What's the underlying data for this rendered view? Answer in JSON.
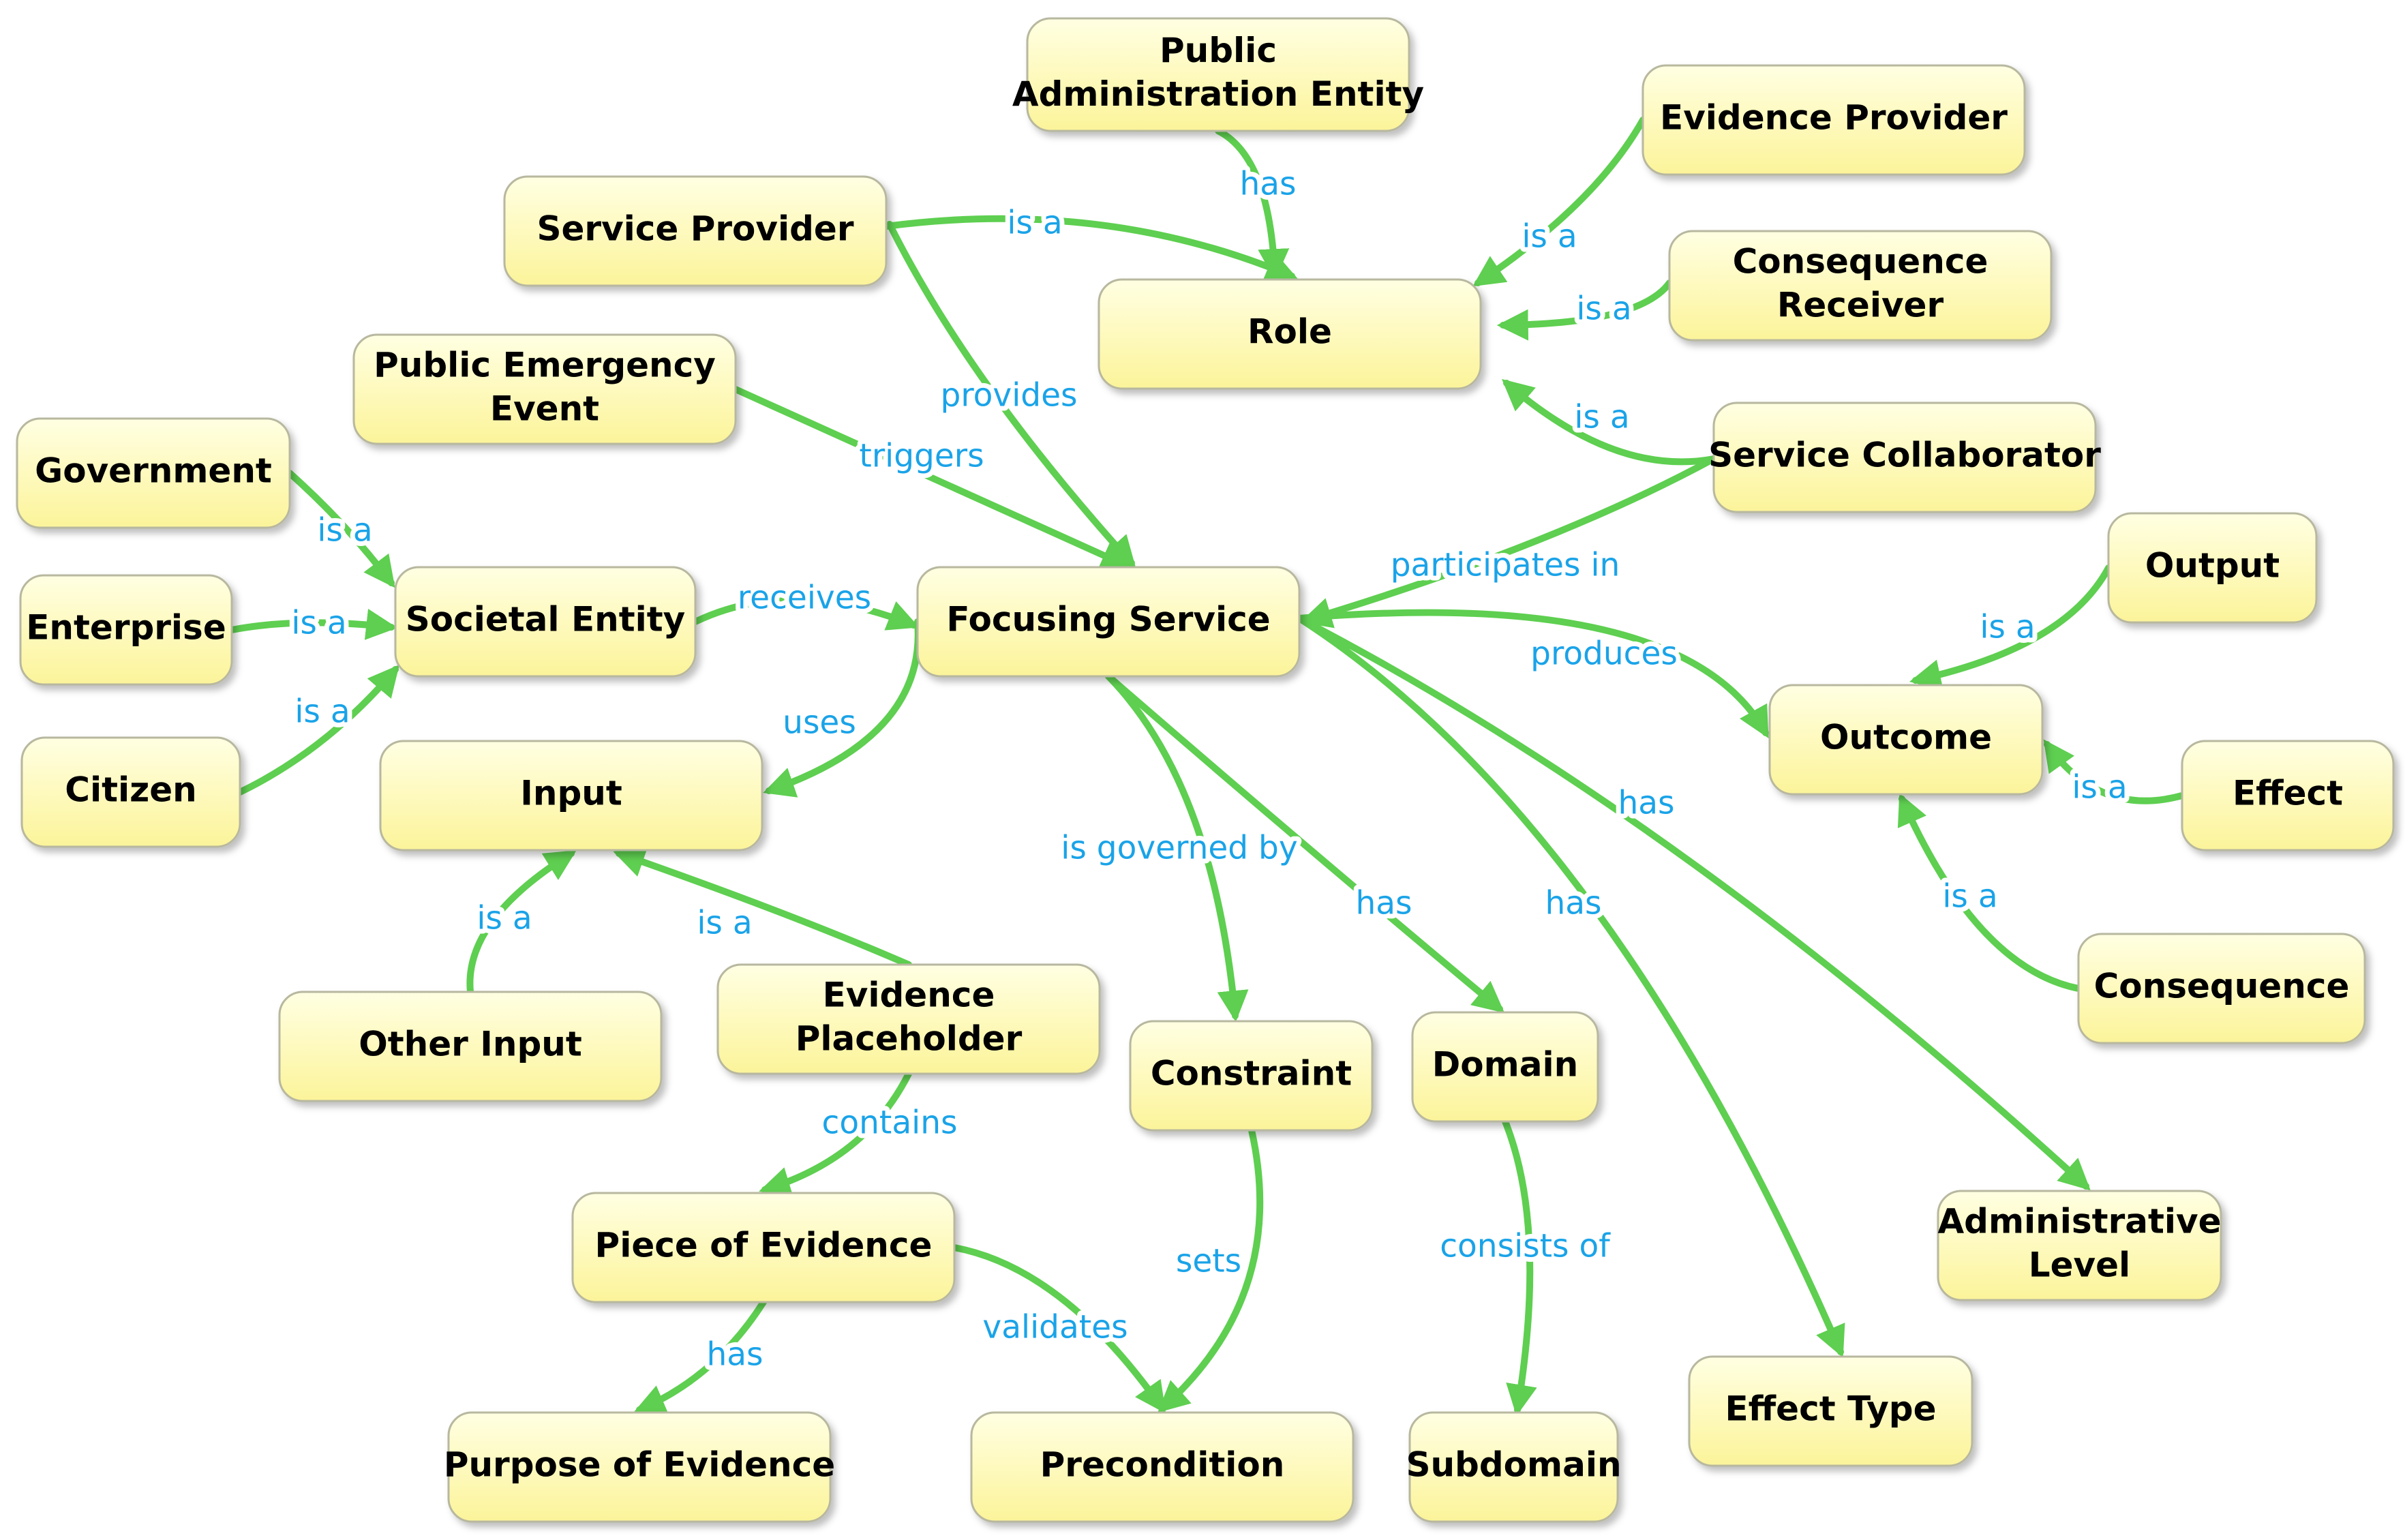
{
  "colors": {
    "node_fill_top": "#ffffe2",
    "node_fill_bottom": "#fcf49a",
    "node_border": "#b8b8a0",
    "edge": "#5ecf50",
    "edge_label": "#1aa3e8",
    "node_text": "#000000"
  },
  "nodes": [
    {
      "id": "pae",
      "lines": [
        "Public",
        "Administration Entity"
      ]
    },
    {
      "id": "evp",
      "lines": [
        "Evidence Provider"
      ]
    },
    {
      "id": "sp",
      "lines": [
        "Service Provider"
      ]
    },
    {
      "id": "role",
      "lines": [
        "Role"
      ]
    },
    {
      "id": "cr",
      "lines": [
        "Consequence",
        "Receiver"
      ]
    },
    {
      "id": "pee",
      "lines": [
        "Public Emergency",
        "Event"
      ]
    },
    {
      "id": "gov",
      "lines": [
        "Government"
      ]
    },
    {
      "id": "sc",
      "lines": [
        "Service Collaborator"
      ]
    },
    {
      "id": "out",
      "lines": [
        "Output"
      ]
    },
    {
      "id": "ent",
      "lines": [
        "Enterprise"
      ]
    },
    {
      "id": "se",
      "lines": [
        "Societal Entity"
      ]
    },
    {
      "id": "fs",
      "lines": [
        "Focusing Service"
      ]
    },
    {
      "id": "outc",
      "lines": [
        "Outcome"
      ]
    },
    {
      "id": "eff",
      "lines": [
        "Effect"
      ]
    },
    {
      "id": "cit",
      "lines": [
        "Citizen"
      ]
    },
    {
      "id": "inp",
      "lines": [
        "Input"
      ]
    },
    {
      "id": "cons",
      "lines": [
        "Consequence"
      ]
    },
    {
      "id": "oi",
      "lines": [
        "Other Input"
      ]
    },
    {
      "id": "eph",
      "lines": [
        "Evidence",
        "Placeholder"
      ]
    },
    {
      "id": "cnst",
      "lines": [
        "Constraint"
      ]
    },
    {
      "id": "dom",
      "lines": [
        "Domain"
      ]
    },
    {
      "id": "al",
      "lines": [
        "Administrative",
        "Level"
      ]
    },
    {
      "id": "poe",
      "lines": [
        "Piece of Evidence"
      ]
    },
    {
      "id": "et",
      "lines": [
        "Effect Type"
      ]
    },
    {
      "id": "pur",
      "lines": [
        "Purpose of Evidence"
      ]
    },
    {
      "id": "pre",
      "lines": [
        "Precondition"
      ]
    },
    {
      "id": "sub",
      "lines": [
        "Subdomain"
      ]
    }
  ],
  "edges": [
    {
      "id": "pae-role",
      "label": "has"
    },
    {
      "id": "sp-role",
      "label": "is a"
    },
    {
      "id": "evp-role",
      "label": "is a"
    },
    {
      "id": "cr-role",
      "label": "is a"
    },
    {
      "id": "sc-role",
      "label": "is a"
    },
    {
      "id": "sp-fs",
      "label": "provides"
    },
    {
      "id": "pee-fs",
      "label": "triggers"
    },
    {
      "id": "sc-fs",
      "label": "participates in"
    },
    {
      "id": "gov-se",
      "label": "is a"
    },
    {
      "id": "ent-se",
      "label": "is a"
    },
    {
      "id": "cit-se",
      "label": "is a"
    },
    {
      "id": "se-fs",
      "label": "receives"
    },
    {
      "id": "fs-inp",
      "label": "uses"
    },
    {
      "id": "fs-outc",
      "label": "produces"
    },
    {
      "id": "out-outc",
      "label": "is a"
    },
    {
      "id": "eff-outc",
      "label": "is a"
    },
    {
      "id": "cons-outc",
      "label": "is a"
    },
    {
      "id": "fs-al",
      "label": "has"
    },
    {
      "id": "fs-et",
      "label": "has"
    },
    {
      "id": "fs-dom",
      "label": "has"
    },
    {
      "id": "fs-cnst",
      "label": "is governed by"
    },
    {
      "id": "oi-inp",
      "label": "is a"
    },
    {
      "id": "eph-inp",
      "label": "is a"
    },
    {
      "id": "eph-poe",
      "label": "contains"
    },
    {
      "id": "poe-pur",
      "label": "has"
    },
    {
      "id": "poe-pre",
      "label": "validates"
    },
    {
      "id": "cnst-pre",
      "label": "sets"
    },
    {
      "id": "dom-sub",
      "label": "consists of"
    }
  ]
}
